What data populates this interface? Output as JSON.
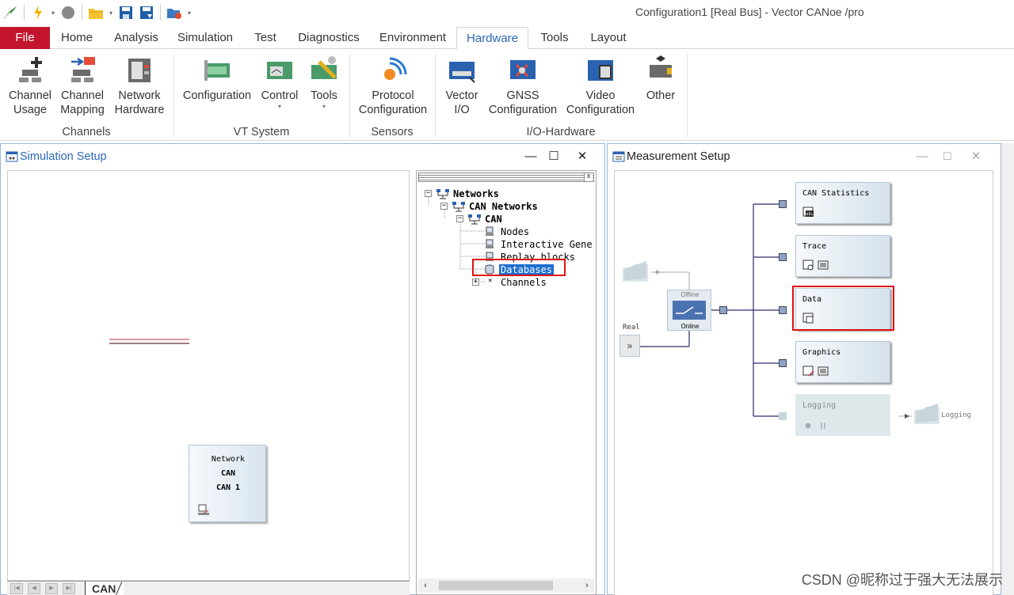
{
  "window": {
    "title": "Configuration1 [Real Bus] - Vector CANoe /pro"
  },
  "ribbon_tabs": [
    "File",
    "Home",
    "Analysis",
    "Simulation",
    "Test",
    "Diagnostics",
    "Environment",
    "Hardware",
    "Tools",
    "Layout"
  ],
  "active_tab": "Hardware",
  "ribbon": {
    "channels": {
      "label": "Channels",
      "buttons": [
        "Channel\nUsage",
        "Channel\nMapping",
        "Network\nHardware"
      ]
    },
    "vt_system": {
      "label": "VT System",
      "buttons": [
        "Configuration",
        "Control",
        "Tools"
      ]
    },
    "sensors": {
      "label": "Sensors",
      "buttons": [
        "Protocol\nConfiguration"
      ]
    },
    "io_hardware": {
      "label": "I/O-Hardware",
      "buttons": [
        "Vector\nI/O",
        "GNSS\nConfiguration",
        "Video\nConfiguration",
        "Other"
      ]
    }
  },
  "simulation_setup": {
    "title": "Simulation Setup",
    "network_block": {
      "line1": "Network",
      "line2": "CAN",
      "line3": "CAN 1"
    },
    "bottom_tab": "CAN",
    "tree": {
      "networks": "Networks",
      "can_networks": "CAN Networks",
      "can": "CAN",
      "nodes": "Nodes",
      "interactive_generators": "Interactive Gene",
      "replay_blocks": "Replay blocks",
      "databases": "Databases",
      "channels": "Channels"
    }
  },
  "measurement_setup": {
    "title": "Measurement Setup",
    "offline": "Offline",
    "online": "Online",
    "real": "Real",
    "blocks": {
      "can_statistics": "CAN Statistics",
      "trace": "Trace",
      "data": "Data",
      "graphics": "Graphics",
      "logging": "Logging"
    },
    "logging_label": "Logging"
  },
  "watermark": "CSDN @昵称过于强大无法展示",
  "colors": {
    "file_tab": "#c3162e",
    "active_tab_text": "#2b67b7",
    "highlight": "#e01010"
  }
}
